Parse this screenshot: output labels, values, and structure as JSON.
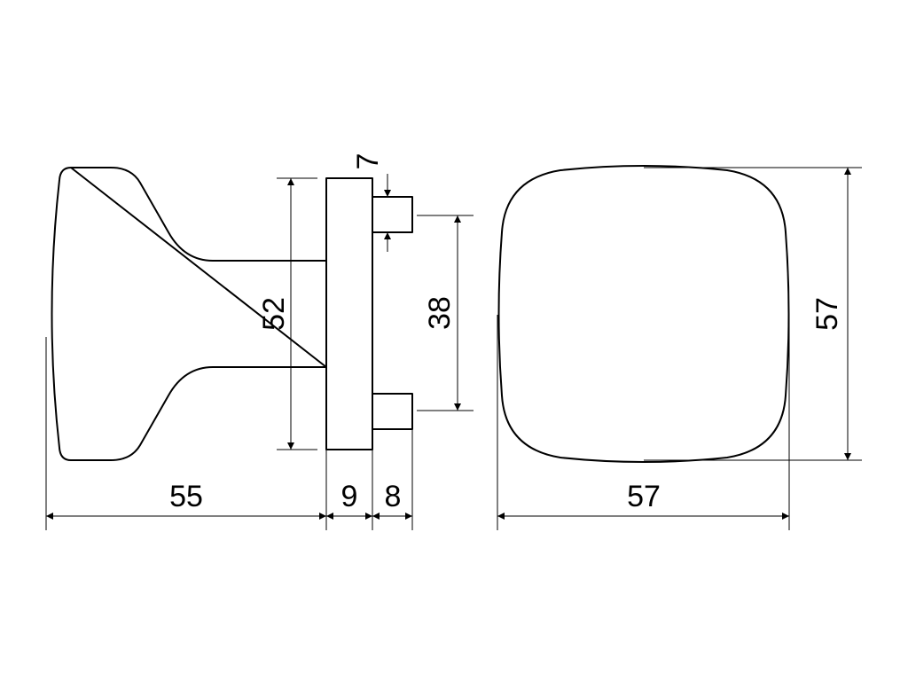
{
  "dimensions": {
    "overall_length": "55",
    "rose_thickness": "9",
    "pin_length": "8",
    "pin_offset": "7",
    "rose_height": "52",
    "pin_spacing": "38",
    "knob_width": "57",
    "knob_height": "57"
  },
  "colors": {
    "line": "#000000",
    "background": "#ffffff"
  }
}
